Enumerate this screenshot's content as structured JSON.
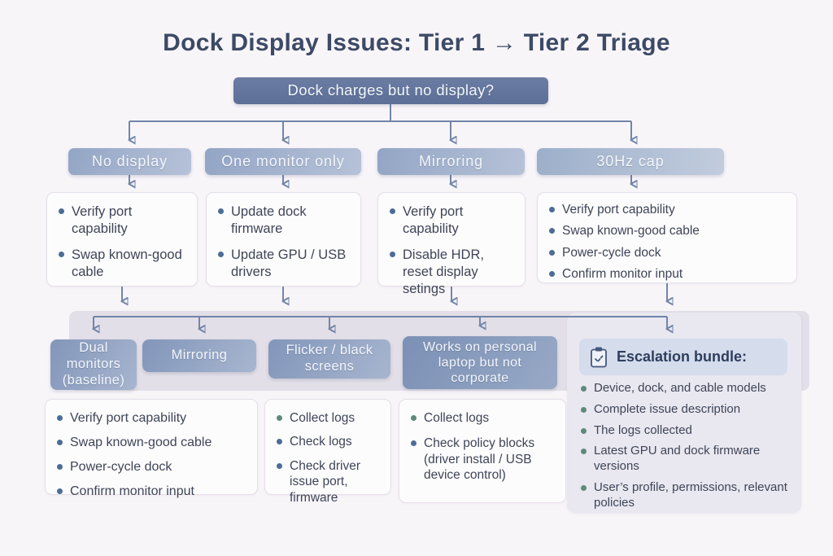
{
  "title": "Dock Display Issues: Tier 1 → Tier 2 Triage",
  "root": {
    "label": "Dock charges but no display?"
  },
  "tier1": [
    {
      "label": "No display",
      "items": [
        {
          "text": "Verify port capability",
          "tone": "blue"
        },
        {
          "text": "Swap known-good cable",
          "tone": "blue"
        }
      ]
    },
    {
      "label": "One monitor only",
      "items": [
        {
          "text": "Update dock firmware",
          "tone": "blue"
        },
        {
          "text": "Update GPU / USB drivers",
          "tone": "blue"
        }
      ]
    },
    {
      "label": "Mirroring",
      "items": [
        {
          "text": "Verify port capability",
          "tone": "blue"
        },
        {
          "text": "Disable HDR, reset display setings",
          "tone": "blue"
        }
      ]
    },
    {
      "label": "30Hz cap",
      "items": [
        {
          "text": "Verify port capability",
          "tone": "blue"
        },
        {
          "text": "Swap known-good cable",
          "tone": "blue"
        },
        {
          "text": "Power-cycle dock",
          "tone": "blue"
        },
        {
          "text": "Confirm monitor input",
          "tone": "blue"
        }
      ]
    }
  ],
  "tier2": [
    {
      "label": "Dual monitors (baseline)"
    },
    {
      "label": "Mirroring"
    },
    {
      "label": "Flicker / black screens"
    },
    {
      "label": "Works on personal laptop but not corporate"
    }
  ],
  "tier2_cards": [
    {
      "items": [
        {
          "text": "Verify port capability",
          "tone": "blue"
        },
        {
          "text": "Swap known-good cable",
          "tone": "blue"
        },
        {
          "text": "Power-cycle dock",
          "tone": "blue"
        },
        {
          "text": "Confirm monitor input",
          "tone": "blue"
        }
      ]
    },
    {
      "items": [
        {
          "text": "Collect logs",
          "tone": "teal"
        },
        {
          "text": "Check logs",
          "tone": "blue"
        },
        {
          "text": "Check driver issue port, firmware",
          "tone": "blue"
        }
      ]
    },
    {
      "items": [
        {
          "text": "Collect logs",
          "tone": "teal"
        },
        {
          "text": "Check policy blocks (driver install / USB device control)",
          "tone": "blue"
        }
      ]
    }
  ],
  "escalation": {
    "header": "Escalation bundle:",
    "icon": "clipboard-check-icon",
    "items": [
      {
        "text": "Device, dock, and cable models",
        "tone": "teal"
      },
      {
        "text": "Complete issue description",
        "tone": "teal"
      },
      {
        "text": "The logs collected",
        "tone": "teal"
      },
      {
        "text": "Latest GPU and dock firmware versions",
        "tone": "teal"
      },
      {
        "text": "User’s profile, permissions, relevant policies",
        "tone": "teal"
      }
    ]
  },
  "colors": {
    "background": "#f8f5f9",
    "title_text": "#3c4a66",
    "root_box": "#5d6f97",
    "connector": "#7285a9",
    "branch_box_text": "#f3f6fa",
    "card_bg": "#fdfcfd",
    "card_border": "#e5e0e8",
    "card_text": "#3e4557",
    "bullet_blue": "#4b6d96",
    "bullet_teal": "#5d8a7b",
    "band_bg": "#e2dfe8",
    "escalation_panel_bg": "#e9e7f0",
    "escalation_header_bg": "#d5dcec",
    "escalation_header_text": "#2f3e5d"
  }
}
